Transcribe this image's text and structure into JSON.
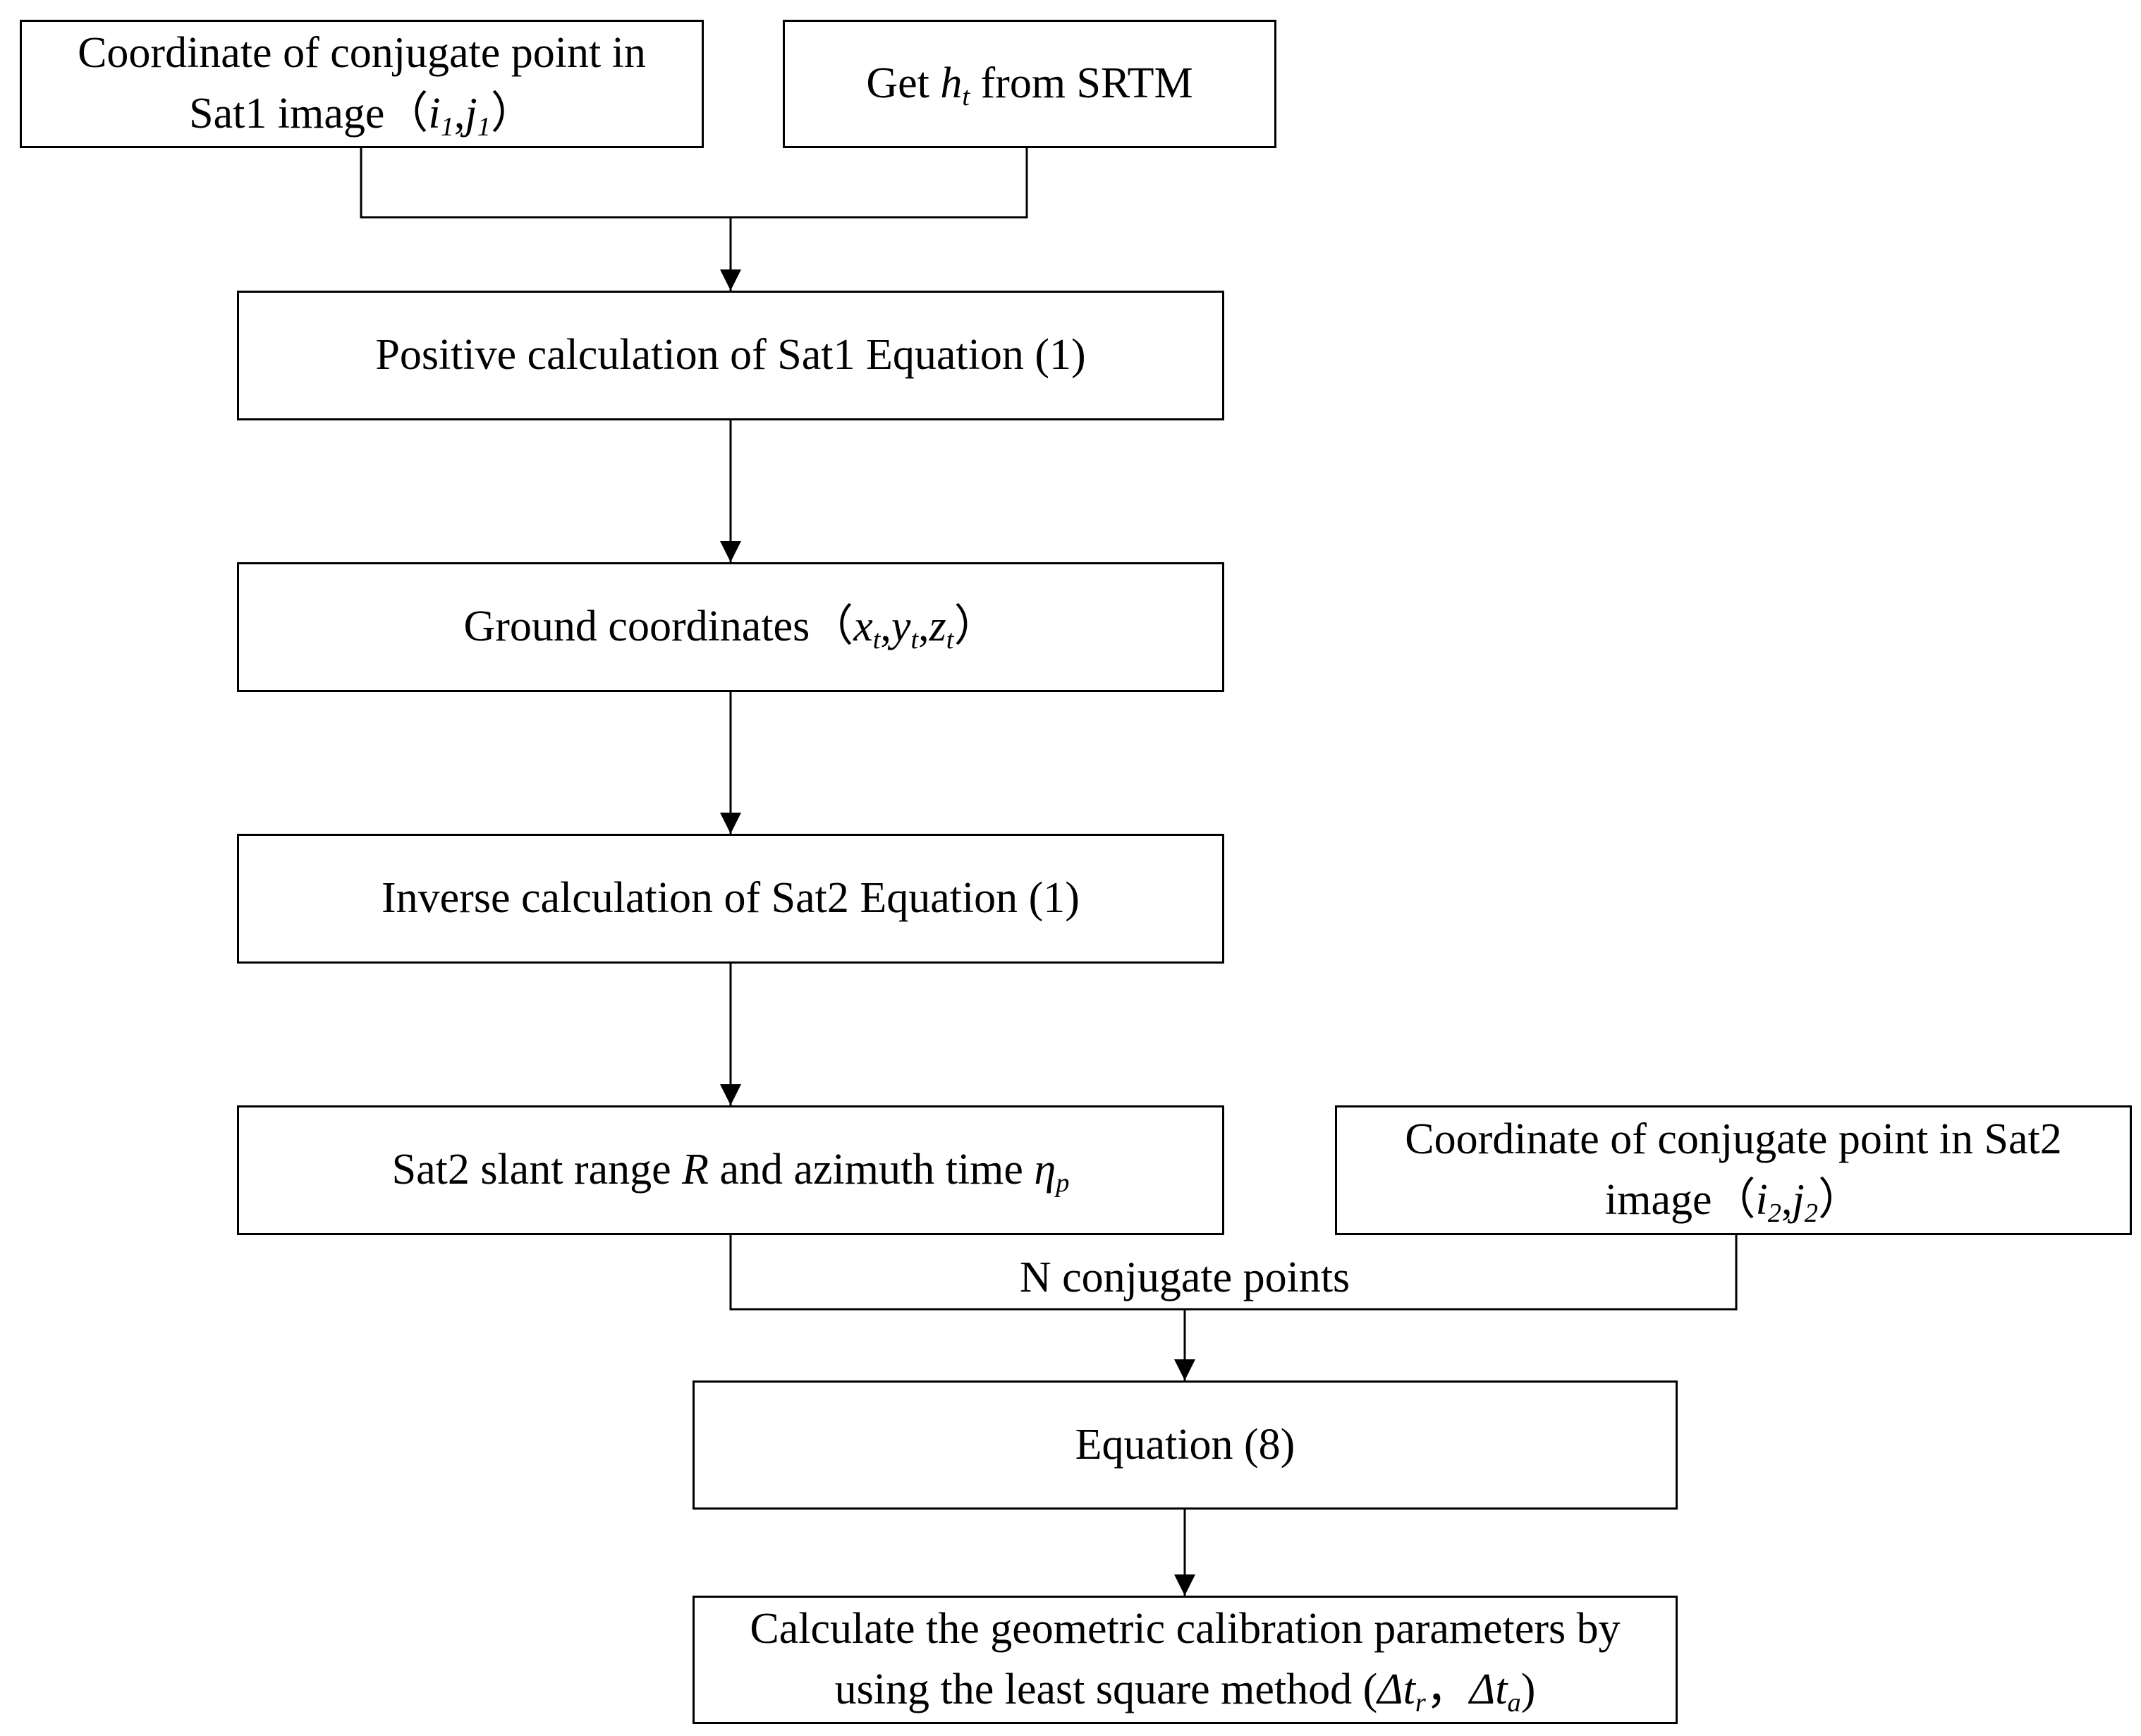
{
  "nodes": {
    "sat1_point": {
      "line1": "Coordinate of conjugate point in",
      "line2_text": "Sat1 image（",
      "var_i": "i",
      "sub_i": "1",
      "comma": ",",
      "var_j": "j",
      "sub_j": "1",
      "close": "）"
    },
    "srtm": {
      "prefix": "Get ",
      "var": "h",
      "sub": "t",
      "suffix": " from SRTM"
    },
    "positive_calc": {
      "text": "Positive calculation of Sat1 Equation (1)"
    },
    "ground_coords": {
      "prefix": "Ground coordinates（",
      "vx": "x",
      "sx": "t",
      "c1": ",",
      "vy": "y",
      "sy": "t",
      "c2": ",",
      "vz": "z",
      "sz": "t",
      "close": "）"
    },
    "inverse_calc": {
      "text": "Inverse calculation of Sat2 Equation (1)"
    },
    "slant_range": {
      "prefix": "Sat2 slant range ",
      "var_r": "R",
      "middle": " and azimuth time ",
      "var_eta": "η",
      "sub_eta": "p"
    },
    "sat2_point": {
      "line1": "Coordinate of conjugate point in Sat2",
      "line2_text": "image（",
      "var_i": "i",
      "sub_i": "2",
      "comma": ",",
      "var_j": "j",
      "sub_j": "2",
      "close": "）"
    },
    "equation8": {
      "text": "Equation (8)"
    },
    "calibration": {
      "line1": "Calculate the geometric calibration parameters by",
      "line2_text": "using the least square method (",
      "var1": "Δt",
      "sub1": "r",
      "sep": "，",
      "var2": "Δt",
      "sub2": "a",
      "close": ")"
    }
  },
  "edge_label": "N conjugate points"
}
